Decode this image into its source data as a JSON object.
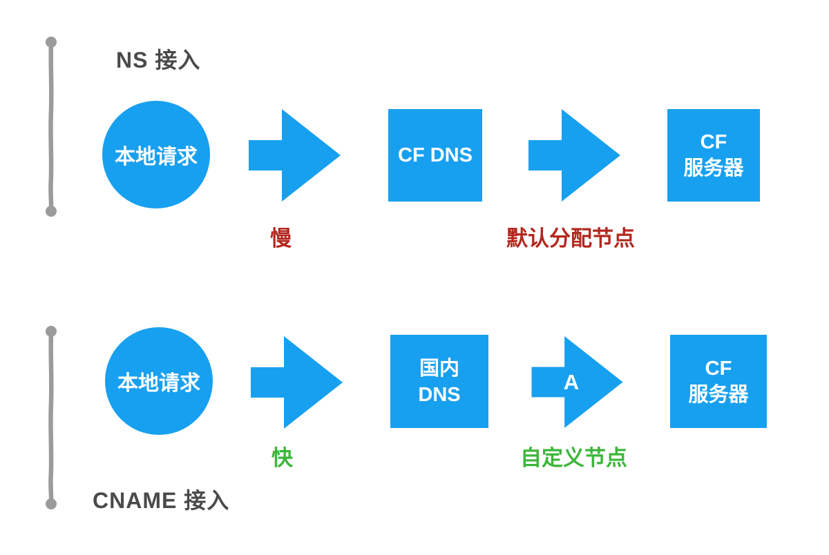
{
  "colors": {
    "background": "#FFFFFF",
    "shape_blue": "#18A0F0",
    "shape_text_white": "#FFFFFF",
    "label_red": "#B3271E",
    "label_green": "#3CB63A",
    "title_gray": "#4A4A4A",
    "stroke_gray": "#9B9B9B"
  },
  "flows": {
    "ns": {
      "title": "NS 接入",
      "source_label": "本地请求",
      "step1_arrow_label": "慢",
      "dns_box_label": "CF DNS",
      "step2_arrow_label": "默认分配节点",
      "server_box_line1": "CF",
      "server_box_line2": "服务器"
    },
    "cname": {
      "title": "CNAME 接入",
      "source_label": "本地请求",
      "step1_arrow_label": "快",
      "dns_box_line1": "国内",
      "dns_box_line2": "DNS",
      "step2_arrow_text": "A",
      "step2_arrow_label": "自定义节点",
      "server_box_line1": "CF",
      "server_box_line2": "服务器"
    }
  }
}
